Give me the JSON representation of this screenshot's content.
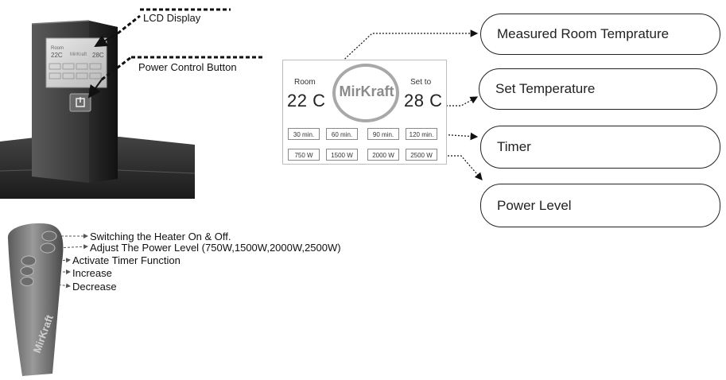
{
  "heater": {
    "lcd_label": "LCD Display",
    "power_label": "Power Control Button"
  },
  "panel": {
    "room_label": "Room",
    "room_temp": "22 C",
    "logo": "MirKraft",
    "set_label": "Set to",
    "set_temp": "28 C",
    "timers": [
      "30 min.",
      "60 min.",
      "90 min.",
      "120 min."
    ],
    "powers": [
      "750 W",
      "1500 W",
      "2000 W",
      "2500 W"
    ]
  },
  "callouts": {
    "measured": "Measured Room Temprature",
    "set": "Set Temperature",
    "timer": "Timer",
    "power": "Power Level"
  },
  "remote": {
    "brand": "MirKraft",
    "items": [
      "Switching the Heater On & Off.",
      "Adjust The Power Level (750W,1500W,2000W,2500W)",
      "Activate Timer Function",
      "Increase",
      "Decrease"
    ]
  },
  "colors": {
    "heater_body": "#2f2f2f",
    "logo_gray": "#8b8b8b",
    "remote_body": "#7a7a7a"
  }
}
